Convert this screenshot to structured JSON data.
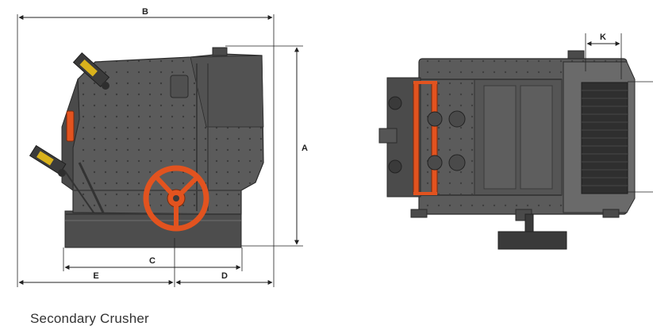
{
  "dimensions": {
    "A": "A",
    "B": "B",
    "C": "C",
    "D": "D",
    "E": "E",
    "K": "K"
  },
  "caption": "Secondary Crusher",
  "colors": {
    "body": "#5b5b5b",
    "body_dark": "#3f3f3f",
    "body_light": "#7a7a7a",
    "accent": "#e2531f",
    "hydraulic": "#d9b21c",
    "line": "#222222"
  }
}
